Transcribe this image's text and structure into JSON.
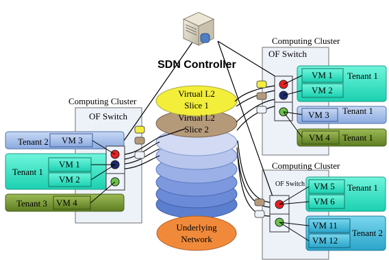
{
  "controller": {
    "label": "SDN Controller"
  },
  "clusters": [
    {
      "id": "left",
      "title": "Computing Cluster",
      "switch_label": "OF Switch",
      "tenants": [
        {
          "label": "Tenant 2",
          "vms": [
            "VM 3"
          ],
          "color": "#9db9e8"
        },
        {
          "label": "Tenant 1",
          "vms": [
            "VM 1",
            "VM 2"
          ],
          "color": "#33e0c0"
        },
        {
          "label": "Tenant 3",
          "vms": [
            "VM 4"
          ],
          "color": "#7a9a3a"
        }
      ]
    },
    {
      "id": "right-top",
      "title": "Computing Cluster",
      "switch_label": "OF Switch",
      "tenants": [
        {
          "label": "Tenant 1",
          "vms": [
            "VM 1",
            "VM 2"
          ],
          "color": "#33e0c0"
        },
        {
          "label": "Tenant 1",
          "vms": [
            "VM 3"
          ],
          "color": "#9db9e8"
        },
        {
          "label": "Tenant 1",
          "vms": [
            "VM 4"
          ],
          "color": "#7a9a3a"
        }
      ]
    },
    {
      "id": "right-bottom",
      "title": "Computing Cluster",
      "switch_label": "OF Switch",
      "tenants": [
        {
          "label": "Tenant 1",
          "vms": [
            "VM 5",
            "VM 6"
          ],
          "color": "#33e0c0"
        },
        {
          "label": "Tenant 2",
          "vms": [
            "VM 11",
            "VM 12"
          ],
          "color": "#3fb8d6"
        }
      ]
    }
  ],
  "slices": [
    {
      "label_line1": "Virtual L2",
      "label_line2": "Slice 1",
      "color": "#f2ee3a"
    },
    {
      "label_line1": "Virtual L2",
      "label_line2": "Slice 2",
      "color": "#b59a7a"
    }
  ],
  "underlay": {
    "label_line1": "Underlying",
    "label_line2": "Network",
    "color": "#f08a3a"
  }
}
